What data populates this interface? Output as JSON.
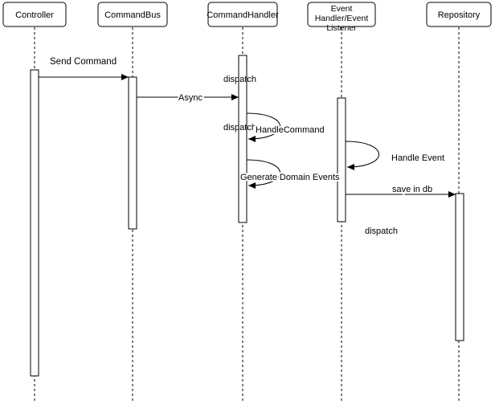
{
  "actors": [
    {
      "id": "controller",
      "label": "Controller"
    },
    {
      "id": "commandbus",
      "label": "CommandBus"
    },
    {
      "id": "commandhandler",
      "label": "CommandHandler"
    },
    {
      "id": "eventhandler",
      "label_line1": "Event",
      "label_line2": "Handler/Event",
      "label_line3": "Listener"
    },
    {
      "id": "repository",
      "label": "Repository"
    }
  ],
  "messages": {
    "send_command": "Send Command",
    "async": "Async",
    "dispatch_1": "dispatch",
    "dispatch_2": "dispatch",
    "handle_command": "HandleCommand",
    "generate_events": "Generate Domain Events",
    "handle_event": "Handle Event",
    "save_in_db": "save in db",
    "dispatch_3": "dispatch"
  }
}
